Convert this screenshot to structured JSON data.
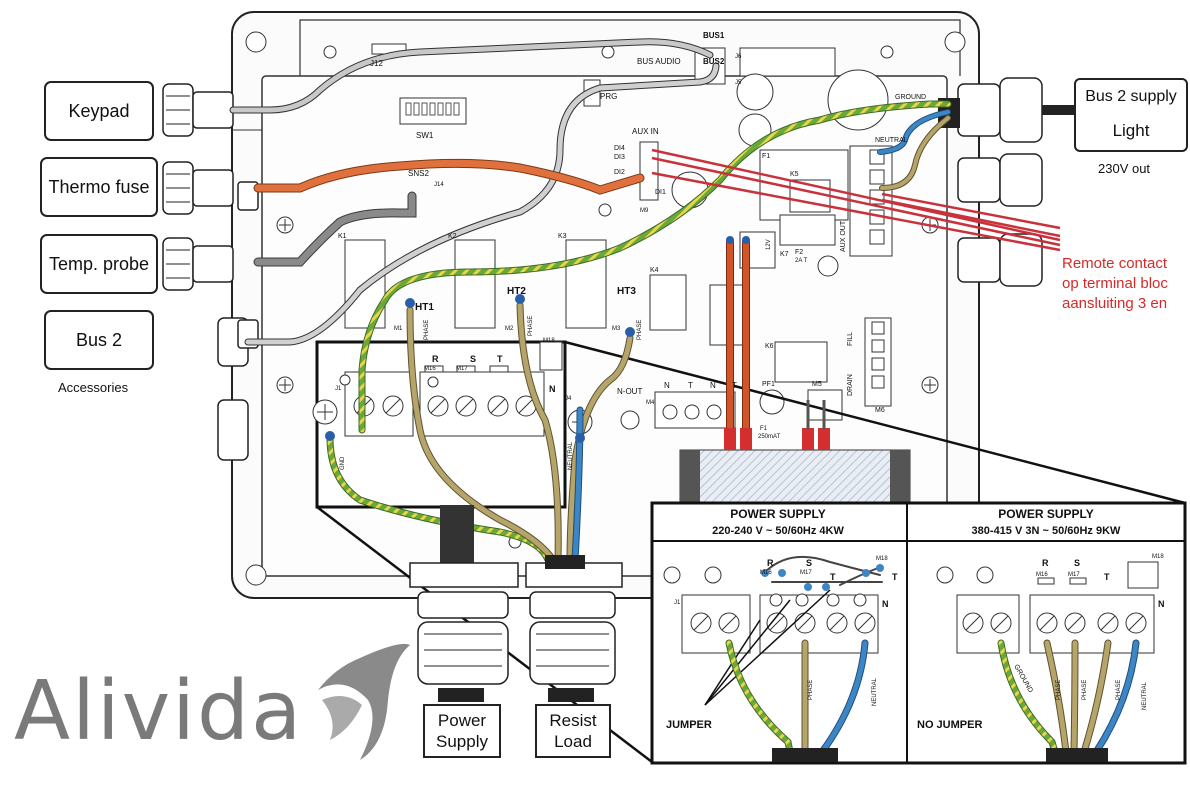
{
  "external_connections": {
    "keypad": "Keypad",
    "thermo_fuse": "Thermo fuse",
    "temp_probe": "Temp. probe",
    "bus2": "Bus 2",
    "accessories": "Accessories",
    "bus2_supply": "Bus 2 supply",
    "light": "Light",
    "out_230v": "230V out"
  },
  "bottom_connections": {
    "power_supply_line1": "Power",
    "power_supply_line2": "Supply",
    "resist_load_line1": "Resist",
    "resist_load_line2": "Load"
  },
  "remote_contact_note": [
    "Remote contact",
    "op terminal bloc",
    "aansluiting 3 en"
  ],
  "logo": "Alivida",
  "board": {
    "j12": "J12",
    "bus1": "BUS1",
    "j6": "J6",
    "bus_audio": "BUS AUDIO",
    "bus2": "BUS2",
    "j5": "J5",
    "prg": "PRG",
    "sw1": "SW1",
    "ground": "GROUND",
    "aux_in": "AUX IN",
    "di4": "DI4",
    "di3": "DI3",
    "di2": "DI2",
    "di1": "DI1",
    "m9": "M9",
    "sns2": "SNS2",
    "j14": "J14",
    "neutral": "NEUTRAL",
    "aux_out": "AUX OUT",
    "k1": "K1",
    "k2": "K2",
    "k3": "K3",
    "k4": "K4",
    "k5": "K5",
    "k6": "K6",
    "k7": "K7",
    "f1": "F1",
    "f2": "F2",
    "f2_rating": "2A T",
    "ht1": "HT1",
    "ht2": "HT2",
    "ht3": "HT3",
    "m1": "M1",
    "m2": "M2",
    "m3": "M3",
    "phase": "PHASE",
    "r": "R",
    "s": "S",
    "t": "T",
    "n": "N",
    "m16": "M16",
    "m17": "M17",
    "m18": "M18",
    "j1": "J1",
    "j4": "J4",
    "gnd": "GND",
    "n_out": "N-OUT",
    "m4": "M4",
    "m5": "M5",
    "m6": "M6",
    "pf1": "PF1",
    "f1_rating": "250mAT",
    "volt_12": "12V",
    "fill": "FILL",
    "drain": "DRAIN"
  },
  "power_supply_left": {
    "title": "POWER SUPPLY",
    "spec": "220-240 V ~ 50/60Hz 4KW",
    "jumper": "JUMPER"
  },
  "power_supply_right": {
    "title": "POWER SUPPLY",
    "spec": "380-415 V 3N ~ 50/60Hz 9KW",
    "no_jumper": "NO JUMPER"
  },
  "colors": {
    "ground_wire": "#6aa83c",
    "ground_stripe": "#e8d64a",
    "phase_wire": "#9c8a4a",
    "neutral_wire": "#3d86c6",
    "thermo_wire": "#e0703c",
    "probe_wire": "#8a8a8a",
    "bus_wire": "#c8c8c8",
    "transformer_wire": "#d2552a",
    "remote_line": "#c8323c",
    "note_text": "#d42a2a",
    "logo": "#7a7a7a"
  }
}
